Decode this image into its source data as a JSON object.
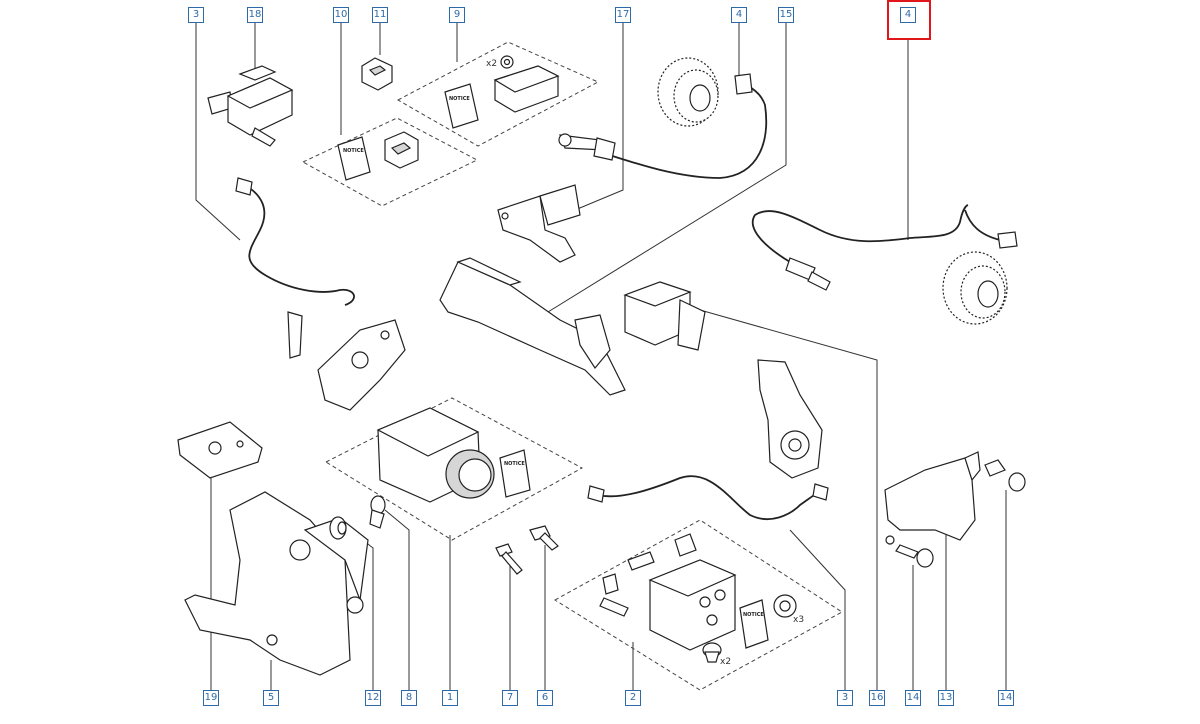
{
  "highlighted_ref": "4",
  "refs": [
    "3",
    "18",
    "10",
    "11",
    "9",
    "17",
    "4",
    "15",
    "4",
    "19",
    "5",
    "12",
    "8",
    "1",
    "7",
    "6",
    "2",
    "3",
    "16",
    "14",
    "13",
    "14"
  ],
  "quantities": {
    "nuts": "x2",
    "bolts": "x3",
    "plugs": "x2"
  },
  "notice_text": "NOTICE"
}
